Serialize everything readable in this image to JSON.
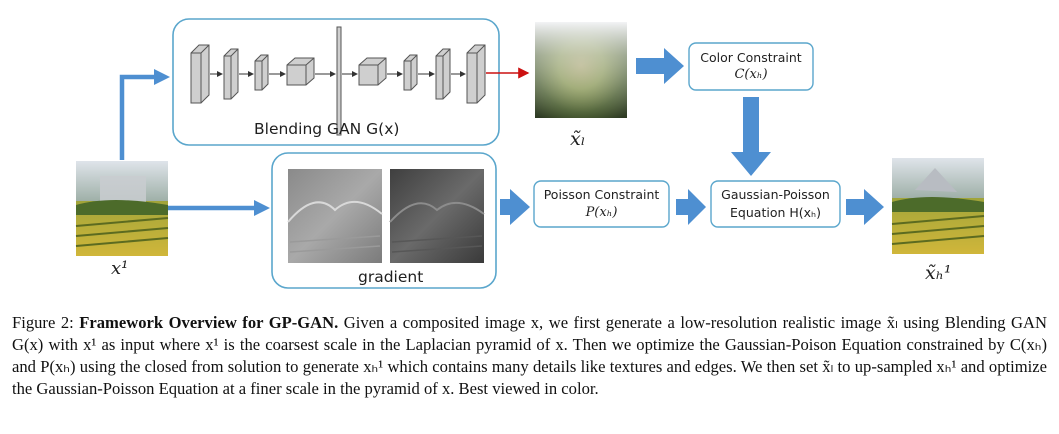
{
  "diagram": {
    "blending_gan_label": "Blending GAN G(x)",
    "gradient_label": "gradient",
    "input_label": "x¹",
    "low_res_label": "x̃ₗ",
    "output_label": "x̃ₕ¹",
    "color_constraint": {
      "line1": "Color Constraint",
      "line2": "C(xₕ)"
    },
    "poisson_constraint": {
      "line1": "Poisson Constraint",
      "line2": "P(xₕ)"
    },
    "gaussian_poisson": {
      "line1": "Gaussian-Poisson",
      "line2": "Equation H(xₕ)"
    },
    "colors": {
      "arrow": "#4e8fd1",
      "box_border": "#5aa6cc",
      "red_arrow": "#cc1111"
    }
  },
  "caption": {
    "figure_label": "Figure 2:",
    "bold_title": "Framework Overview for GP-GAN.",
    "body": "Given a composited image x, we first generate a low-resolution realistic image x̃ₗ using Blending GAN G(x) with x¹ as input where x¹ is the coarsest scale in the Laplacian pyramid of x. Then we optimize the Gaussian-Poison Equation constrained by C(xₕ) and P(xₕ) using the closed from solution to generate xₕ¹ which contains many details like textures and edges. We then set x̃ₗ to up-sampled xₕ¹ and optimize the Gaussian-Poisson Equation at a finer scale in the pyramid of x. Best viewed in color."
  }
}
